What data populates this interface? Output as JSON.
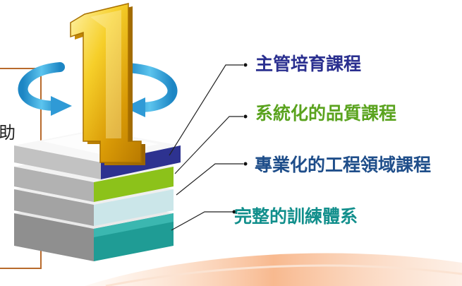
{
  "side_text": "助",
  "items": [
    {
      "label": "主管培育課程",
      "color": "#2a2f8f"
    },
    {
      "label": "系統化的品質課程",
      "color": "#5aa31e"
    },
    {
      "label": "專業化的工程領域課程",
      "color": "#1f4e8a"
    },
    {
      "label": "完整的訓練體系",
      "color": "#128f8c"
    }
  ],
  "colors": {
    "bracket": "#b86a2c",
    "arrow": "#39a7d9",
    "numeral": "#f2c21a",
    "band_top": "#2d3290",
    "band_2": "#8cc21a",
    "band_3": "#cbe6e9",
    "band_4": "#1f9c95",
    "wave": "#f6b78a"
  },
  "badge_numeral": "1"
}
